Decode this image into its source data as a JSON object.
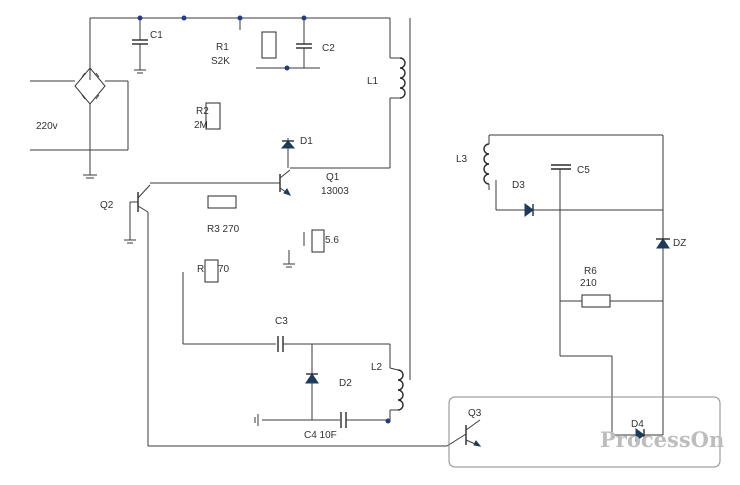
{
  "labels": {
    "c1": "C1",
    "r1": "R1",
    "r1_value": "S2K",
    "c2": "C2",
    "source": "220v",
    "r2": "R2",
    "r2_value": "2M",
    "l1": "L1",
    "d1": "D1",
    "q1": "Q1",
    "q1_part": "13003",
    "q2": "Q2",
    "r3": "R3 270",
    "r5_value": "5.6",
    "r4": "R",
    "r4_value": "70",
    "c3": "C3",
    "l2": "L2",
    "d2": "D2",
    "c4": "C4 10F",
    "l3": "L3",
    "d3": "D3",
    "c5": "C5",
    "dz": "DZ",
    "r6": "R6",
    "r6_value": "210",
    "q3": "Q3",
    "d4": "D4"
  },
  "watermark": "ProcessOn",
  "colors": {
    "wire": "#3a3a3a",
    "junction": "#1f3a93",
    "diode": "#1f3b5c",
    "watermark": "#bdbdbd",
    "frame": "#8a8a8a"
  }
}
